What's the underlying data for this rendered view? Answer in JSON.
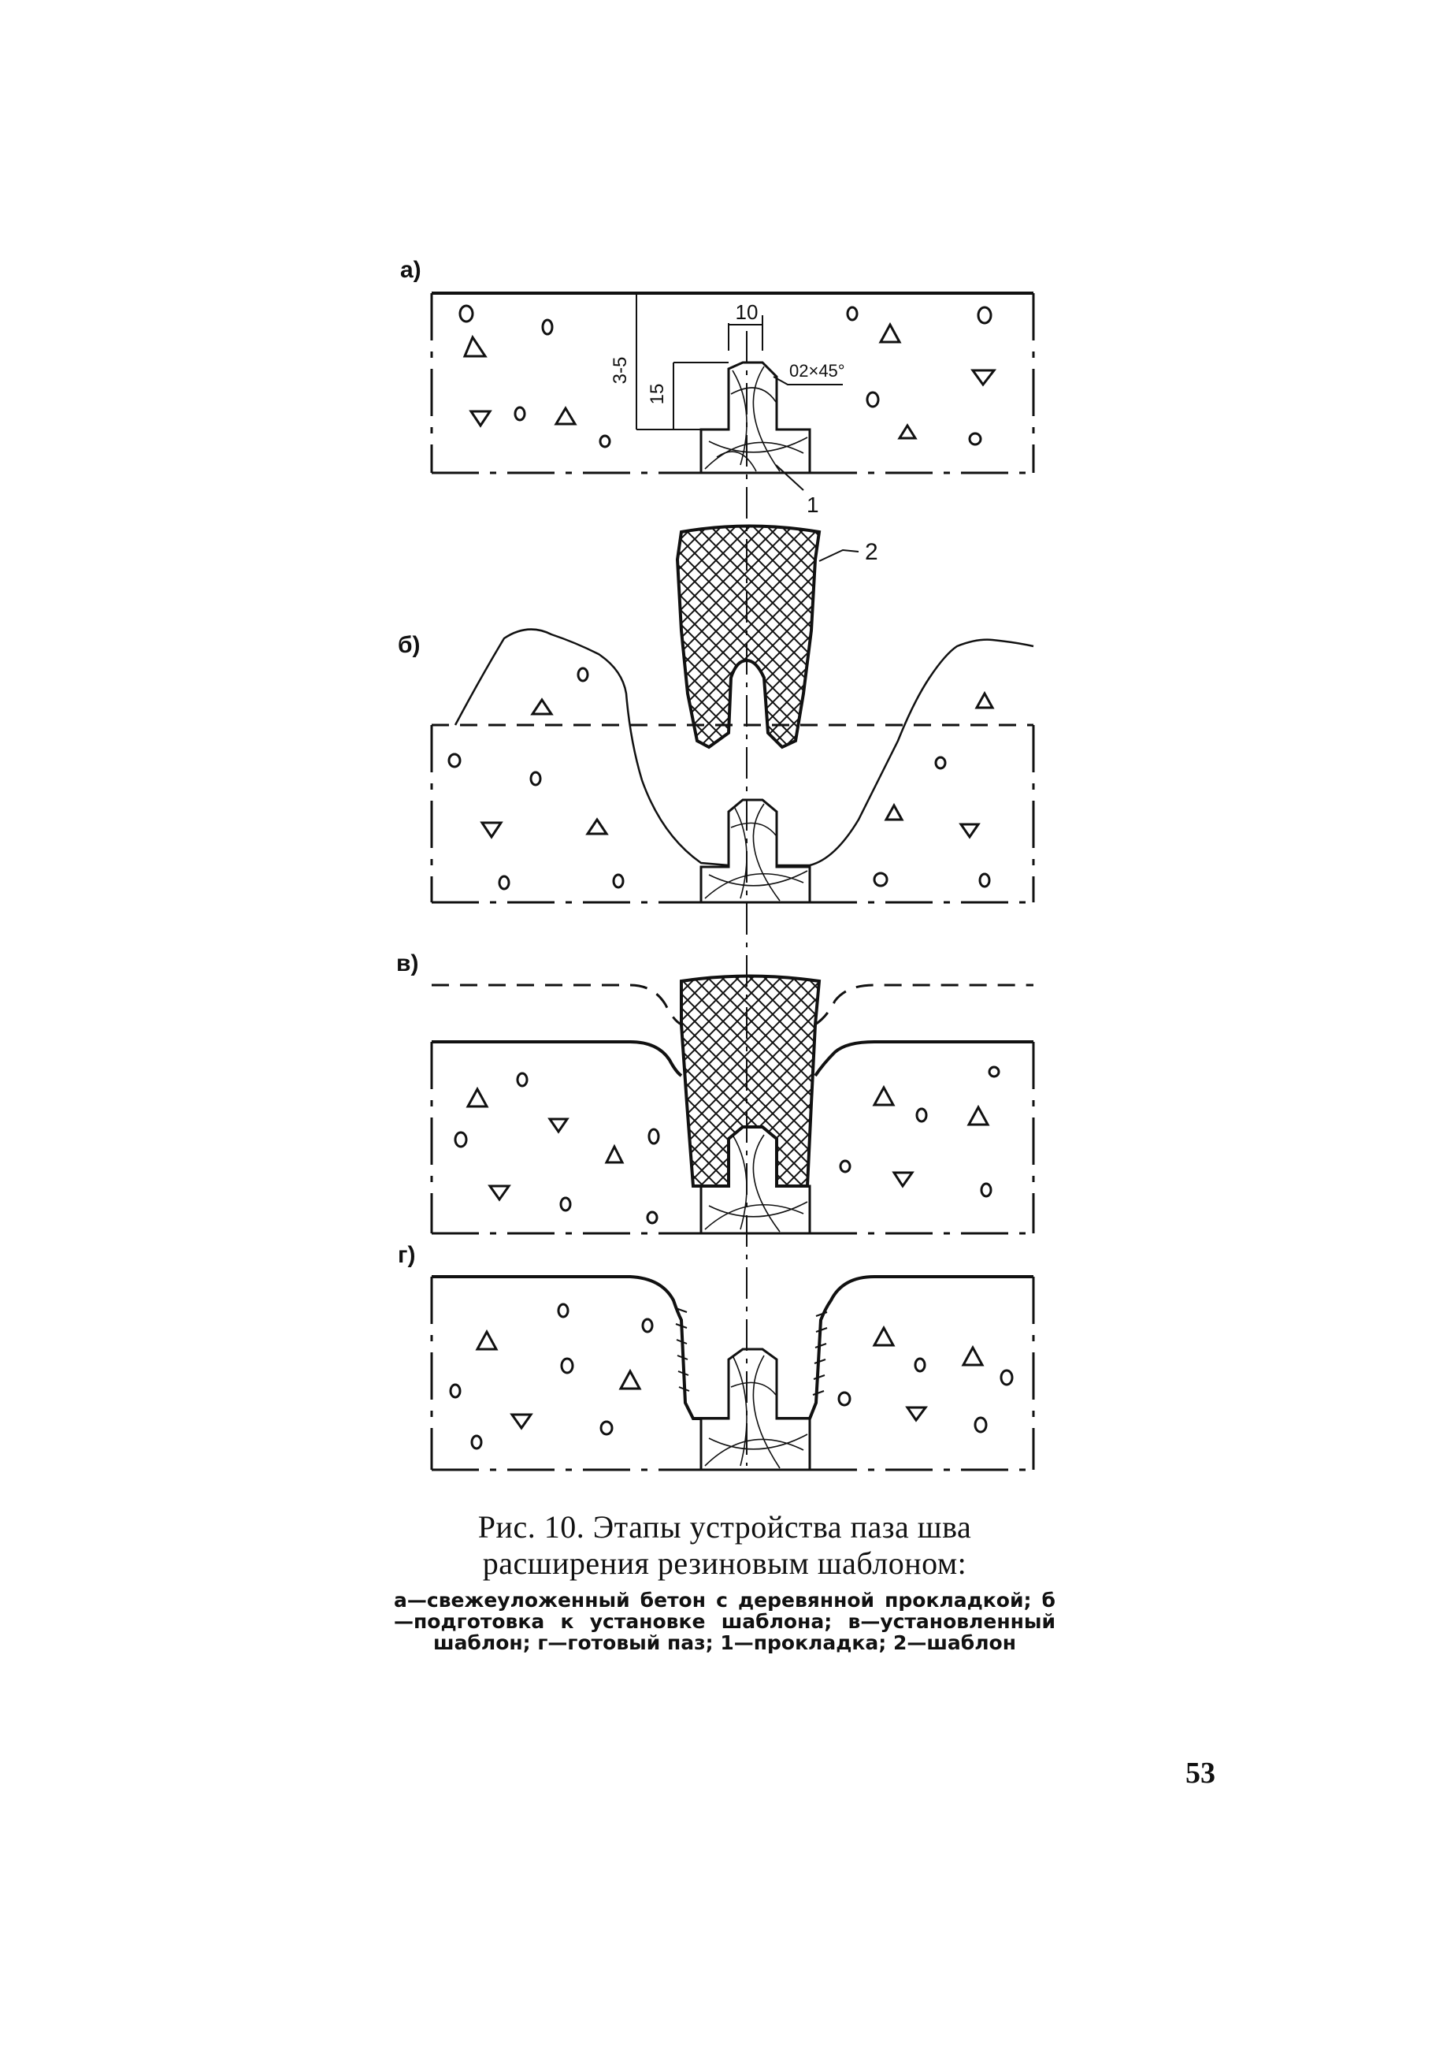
{
  "figure": {
    "panels": [
      {
        "letter": "а)"
      },
      {
        "letter": "б)"
      },
      {
        "letter": "в)"
      },
      {
        "letter": "г)"
      }
    ],
    "dimensions": {
      "width_10": "10",
      "chamfer": "02×45°",
      "depth_3_5": "3-5",
      "depth_15": "15"
    },
    "callouts": {
      "gasket": "1",
      "template": "2"
    }
  },
  "caption": {
    "title": "Рис. 10. Этапы устройства паза шва расширения резиновым шаблоном:",
    "legend": "а—свежеуложенный бетон с деревянной прокладкой; б—подготовка к установке шаблона; в—установленный шаблон; г—готовый паз; 1—прокладка; 2—шаблон"
  },
  "page_number": "53",
  "colors": {
    "ink": "#111111",
    "paper": "#ffffff"
  }
}
